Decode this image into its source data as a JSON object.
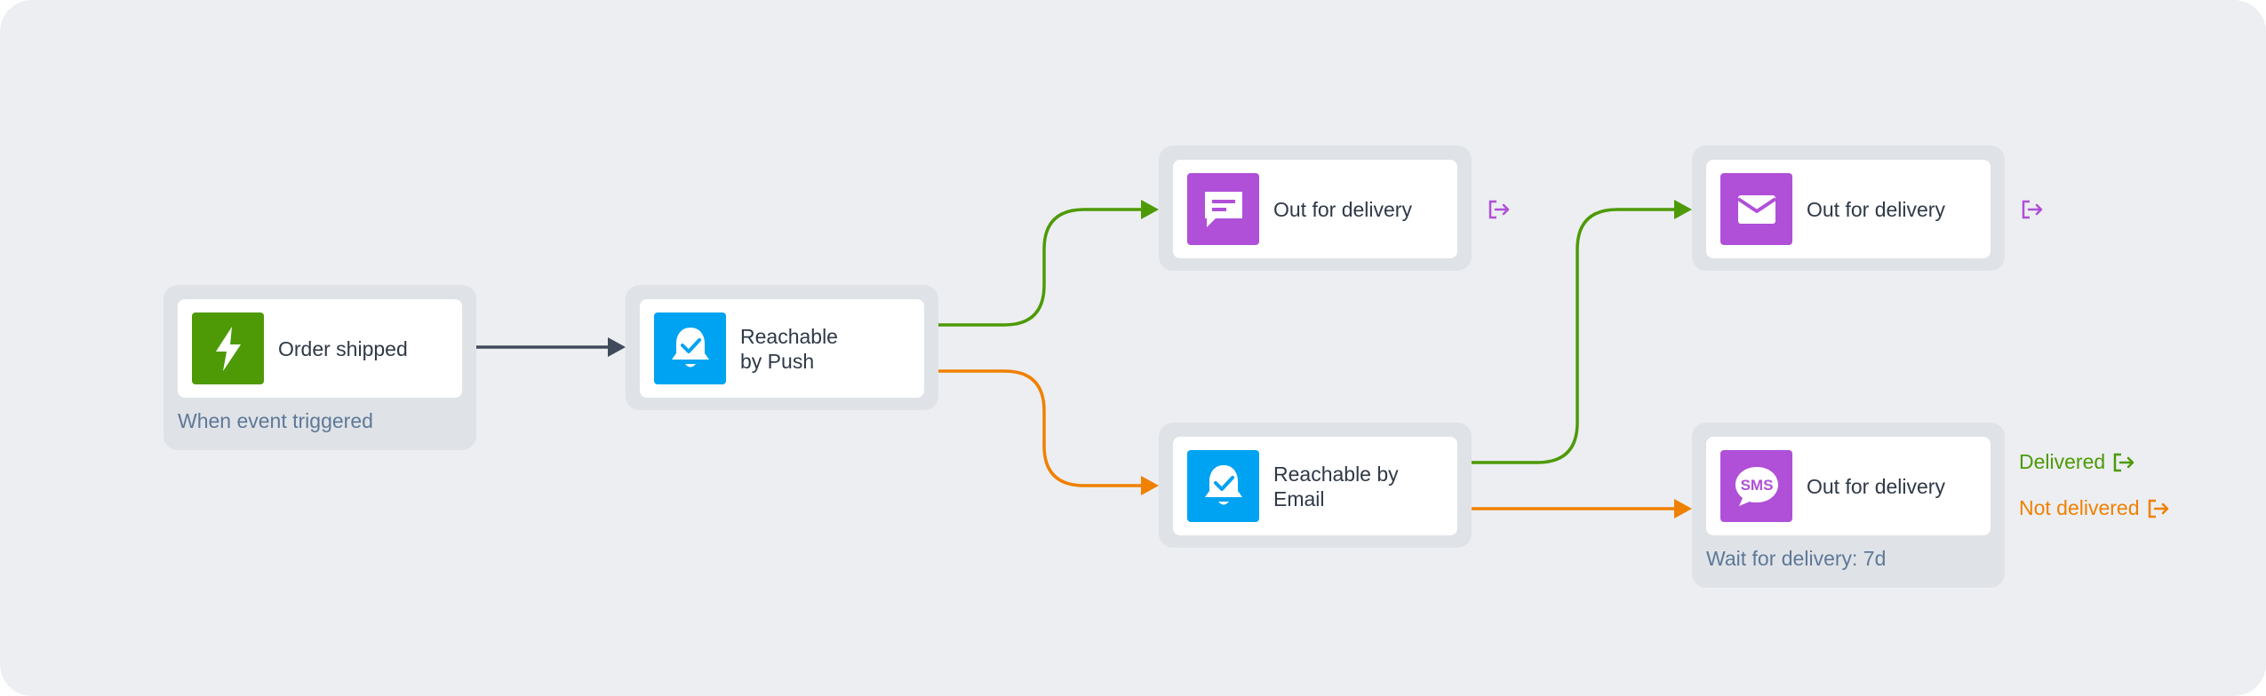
{
  "colors": {
    "canvas": "#eceef1",
    "node_frame": "#dfe3e8",
    "green": "#4d9a06",
    "orange": "#f08000",
    "purple": "#b04fd8",
    "blue": "#00a3f2",
    "dark": "#3f4a5a",
    "subtitle": "#5f7896"
  },
  "nodes": {
    "order_shipped": {
      "title_line1": "Order shipped",
      "subtitle": "When event triggered",
      "icon": "lightning-icon"
    },
    "reachable_push": {
      "title_line1": "Reachable",
      "title_line2": "by Push",
      "icon": "bell-check-icon"
    },
    "push_message": {
      "title_line1": "Out for delivery",
      "icon": "chat-message-icon"
    },
    "reachable_email": {
      "title_line1": "Reachable by",
      "title_line2": "Email",
      "icon": "bell-check-icon"
    },
    "email_message": {
      "title_line1": "Out for delivery",
      "icon": "envelope-icon"
    },
    "sms_message": {
      "title_line1": "Out for delivery",
      "subtitle": "Wait for delivery: 7d",
      "icon": "sms-icon",
      "icon_text": "SMS"
    }
  },
  "exits": {
    "delivered": "Delivered",
    "not_delivered": "Not delivered"
  }
}
